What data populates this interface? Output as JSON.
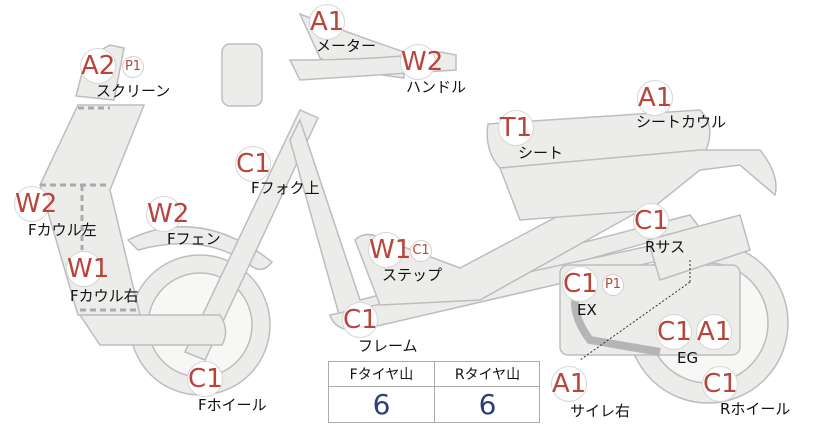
{
  "parts": {
    "meter": {
      "grade": "A1",
      "label": "メーター"
    },
    "handle": {
      "grade": "W2",
      "label": "ハンドル"
    },
    "screen": {
      "grade": "A2",
      "sub": "P1",
      "label": "スクリーン"
    },
    "seat_cowl": {
      "grade": "A1",
      "label": "シートカウル"
    },
    "seat": {
      "grade": "T1",
      "label": "シート"
    },
    "f_fork_upper": {
      "grade": "C1",
      "label": "Fフォク上"
    },
    "f_cowl_left": {
      "grade": "W2",
      "label": "Fカウル左"
    },
    "f_fender": {
      "grade": "W2",
      "label": "Fフェン"
    },
    "r_suspension": {
      "grade": "C1",
      "label": "Rサス"
    },
    "step": {
      "grade": "W1",
      "sub": "C1",
      "label": "ステップ"
    },
    "f_cowl_right": {
      "grade": "W1",
      "label": "Fカウル右"
    },
    "exhaust": {
      "grade": "C1",
      "sub": "P1",
      "label": "EX"
    },
    "frame": {
      "grade": "C1",
      "label": "フレーム"
    },
    "engine": {
      "grade": "C1",
      "grade2": "A1",
      "label": "EG"
    },
    "f_wheel": {
      "grade": "C1",
      "label": "Fホイール"
    },
    "silencer_right": {
      "grade": "A1",
      "label": "サイレ右"
    },
    "r_wheel": {
      "grade": "C1",
      "label": "Rホイール"
    }
  },
  "tread_table": {
    "front_header": "Fタイヤ山",
    "rear_header": "Rタイヤ山",
    "front_value": "6",
    "rear_value": "6"
  },
  "colors": {
    "grade": "#b8453b",
    "tread_value": "#2b3f7a",
    "part_fill": "#ececea",
    "part_stroke": "#bdbdbd"
  }
}
